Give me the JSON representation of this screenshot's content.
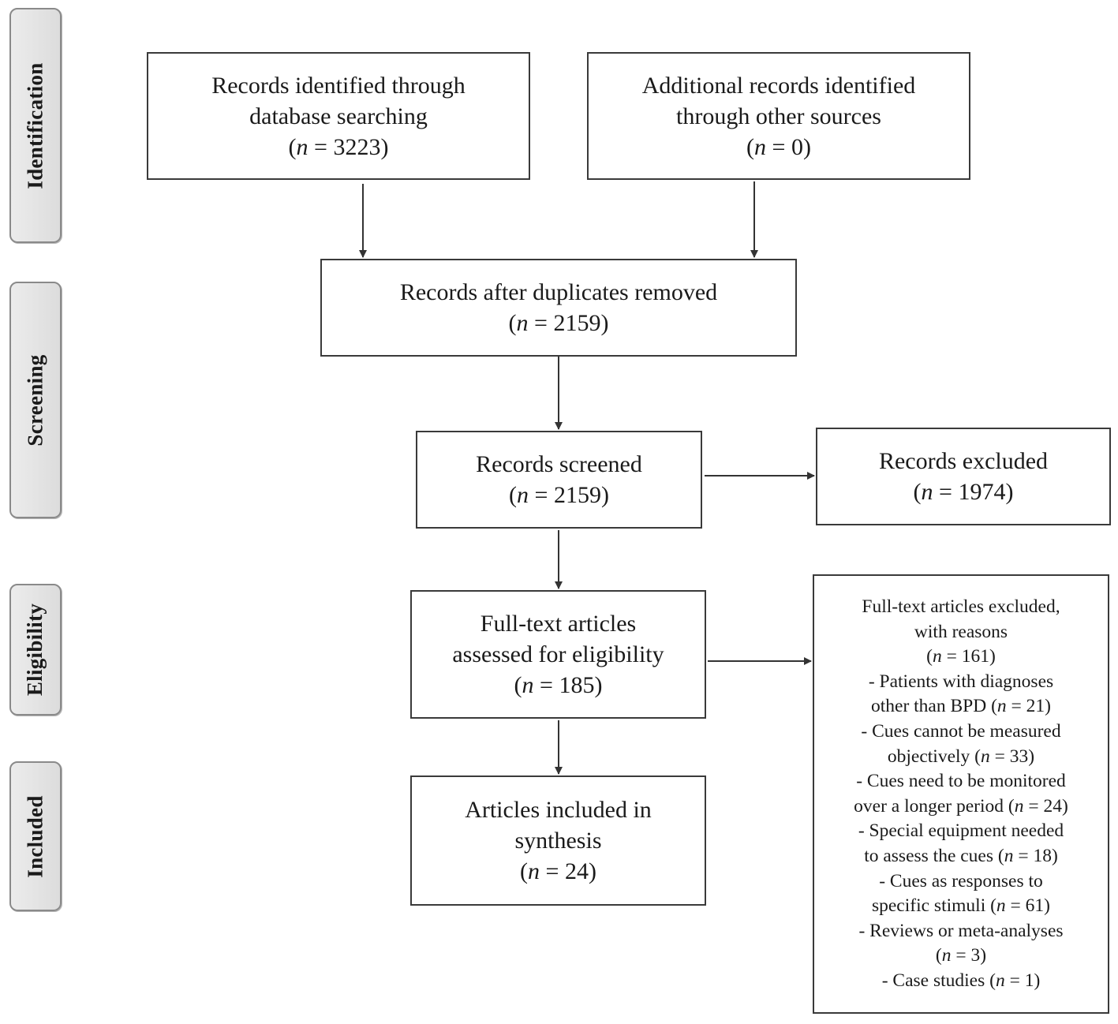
{
  "stages": {
    "identification": "Identification",
    "screening": "Screening",
    "eligibility": "Eligibility",
    "included": "Included"
  },
  "boxes": {
    "database": {
      "line1": "Records identified through",
      "line2": "database searching",
      "n_open": "(",
      "n_var": "n",
      "n_rest": " = 3223)"
    },
    "other_sources": {
      "line1": "Additional records identified",
      "line2": "through other sources",
      "n_open": "(",
      "n_var": "n",
      "n_rest": " = 0)"
    },
    "duplicates_removed": {
      "line1": "Records after duplicates removed",
      "n_open": "(",
      "n_var": "n",
      "n_rest": " = 2159)"
    },
    "screened": {
      "line1": "Records screened",
      "n_open": "(",
      "n_var": "n",
      "n_rest": " = 2159)"
    },
    "excluded": {
      "line1": "Records excluded",
      "n_open": "(",
      "n_var": "n",
      "n_rest": " = 1974)"
    },
    "full_text": {
      "line1": "Full-text articles",
      "line2": "assessed for eligibility",
      "n_open": "(",
      "n_var": "n",
      "n_rest": " = 185)"
    },
    "included": {
      "line1": "Articles included in",
      "line2": "synthesis",
      "n_open": "(",
      "n_var": "n",
      "n_rest": " = 24)"
    },
    "full_text_excluded": {
      "header1": "Full-text articles excluded,",
      "header2": "with reasons",
      "total_open": "(",
      "total_var": "n",
      "total_rest": " = 161)",
      "lines": [
        {
          "pre": "- Patients with diagnoses",
          "var": "",
          "post": ""
        },
        {
          "pre": "other than BPD (",
          "var": "n",
          "post": " = 21)"
        },
        {
          "pre": "- Cues cannot be measured",
          "var": "",
          "post": ""
        },
        {
          "pre": "objectively (",
          "var": "n",
          "post": " = 33)"
        },
        {
          "pre": "-  Cues need to be monitored",
          "var": "",
          "post": ""
        },
        {
          "pre": "over a longer period (",
          "var": "n",
          "post": " = 24)"
        },
        {
          "pre": "- Special equipment needed",
          "var": "",
          "post": ""
        },
        {
          "pre": "to assess the cues (",
          "var": "n",
          "post": " = 18)"
        },
        {
          "pre": "- Cues as responses to",
          "var": "",
          "post": ""
        },
        {
          "pre": "specific stimuli (",
          "var": "n",
          "post": " = 61)"
        },
        {
          "pre": "- Reviews or meta-analyses",
          "var": "",
          "post": ""
        },
        {
          "pre": "(",
          "var": "n",
          "post": " = 3)"
        },
        {
          "pre": "- Case studies (",
          "var": "n",
          "post": " = 1)"
        }
      ]
    }
  }
}
